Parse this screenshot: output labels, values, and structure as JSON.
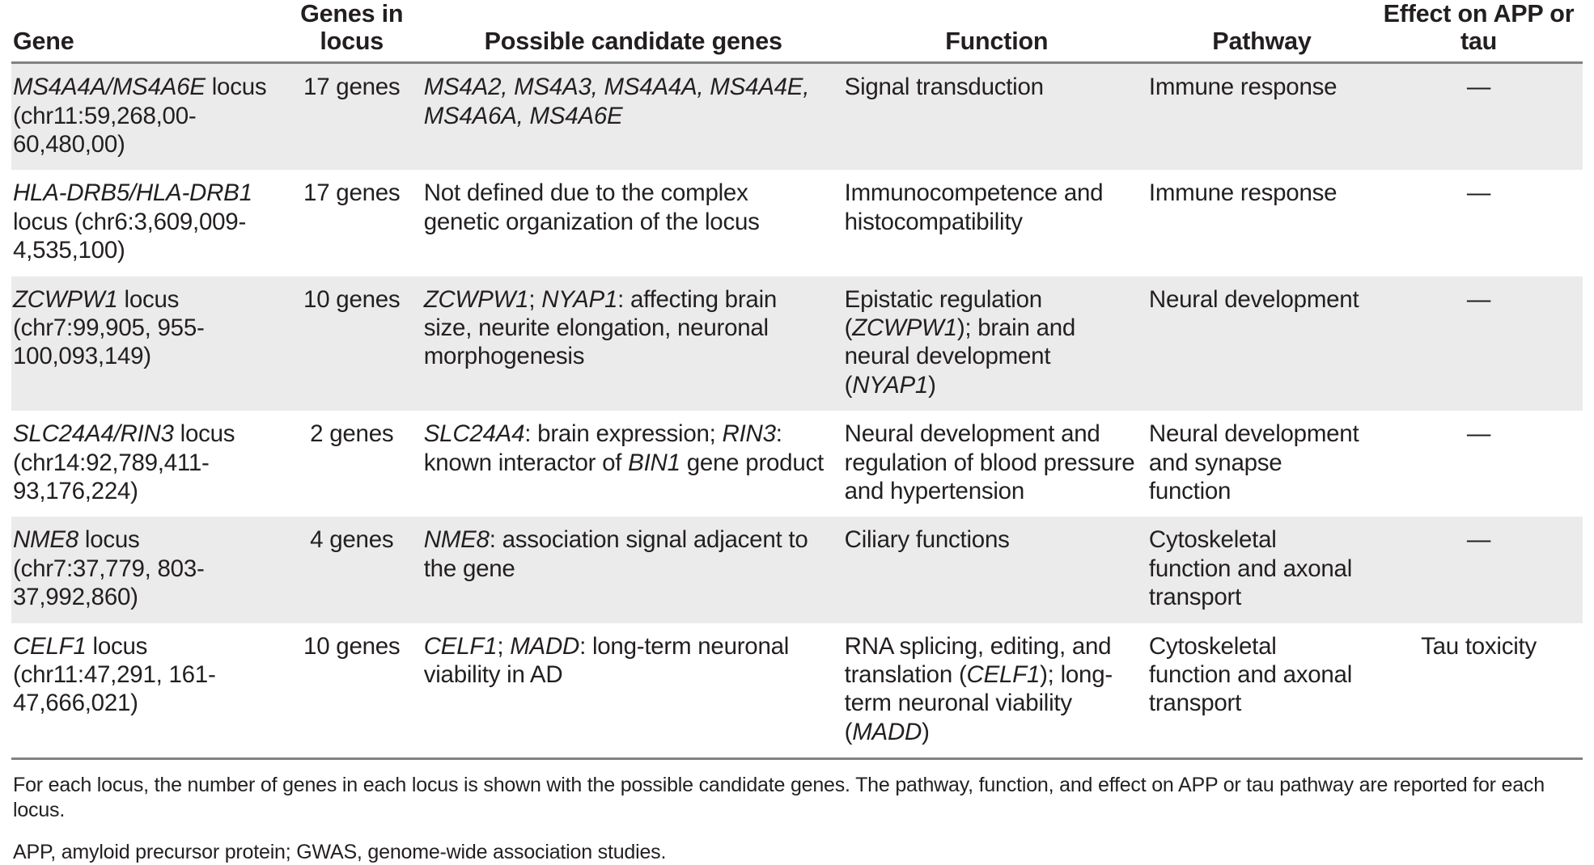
{
  "table": {
    "headers": {
      "gene": "Gene",
      "genes_in_locus": "Genes in locus",
      "candidate_genes": "Possible candidate genes",
      "function": "Function",
      "pathway": "Pathway",
      "effect": "Effect on APP or tau"
    },
    "rows": [
      {
        "gene_italic": "MS4A4A/MS4A6E",
        "gene_rest": " locus (chr11:59,268,00-60,480,00)",
        "genes_in_locus": "17 genes",
        "candidate_genes": "MS4A2, MS4A3, MS4A4A, MS4A4E, MS4A6A, MS4A6E",
        "candidate_genes_all_italic": true,
        "function": "Signal transduction",
        "pathway": "Immune response",
        "effect": "—"
      },
      {
        "gene_italic": "HLA-DRB5/HLA-DRB1",
        "gene_rest": " locus (chr6:3,609,009-4,535,100)",
        "genes_in_locus": "17 genes",
        "candidate_genes": "Not defined due to the complex genetic organization of the locus",
        "candidate_genes_all_italic": false,
        "function": "Immunocompetence and histocompatibility",
        "pathway": "Immune response",
        "effect": "—"
      },
      {
        "gene_italic": "ZCWPW1",
        "gene_rest": " locus (chr7:99,905, 955-100,093,149)",
        "genes_in_locus": "10 genes",
        "candidate_genes": "ZCWPW1; NYAP1: affecting brain size, neurite elongation, neuronal morphogenesis",
        "candidate_genes_all_italic": false,
        "function": "Epistatic regulation (ZCWPW1); brain and neural development (NYAP1)",
        "pathway": "Neural development",
        "effect": "—"
      },
      {
        "gene_italic": "SLC24A4/RIN3",
        "gene_rest": " locus (chr14:92,789,411-93,176,224)",
        "genes_in_locus": "2 genes",
        "candidate_genes": "SLC24A4: brain expression; RIN3: known interactor of BIN1 gene product",
        "candidate_genes_all_italic": false,
        "function": "Neural development and regulation of blood pressure and hypertension",
        "pathway": "Neural development and synapse function",
        "effect": "—"
      },
      {
        "gene_italic": "NME8",
        "gene_rest": " locus (chr7:37,779, 803-37,992,860)",
        "genes_in_locus": "4 genes",
        "candidate_genes": "NME8: association signal adjacent to the gene",
        "candidate_genes_all_italic": false,
        "function": "Ciliary functions",
        "pathway": "Cytoskeletal function and axonal transport",
        "effect": "—"
      },
      {
        "gene_italic": "CELF1",
        "gene_rest": " locus (chr11:47,291, 161-47,666,021)",
        "genes_in_locus": "10 genes",
        "candidate_genes": "CELF1; MADD: long-term neuronal viability in AD",
        "candidate_genes_all_italic": false,
        "function": "RNA splicing, editing, and translation (CELF1); long-term neuronal viability (MADD)",
        "pathway": "Cytoskeletal function and axonal transport",
        "effect": "Tau toxicity"
      }
    ]
  },
  "footnotes": {
    "description": "For each locus, the number of genes in each locus is shown with the possible candidate genes. The pathway, function, and effect on APP or tau pathway are reported for each locus.",
    "abbreviations": "APP, amyloid precursor protein; GWAS, genome-wide association studies."
  },
  "colors": {
    "text": "#231f20",
    "rule": "#808285",
    "row_shade": "#ebebeb",
    "row_plain": "#ffffff"
  }
}
